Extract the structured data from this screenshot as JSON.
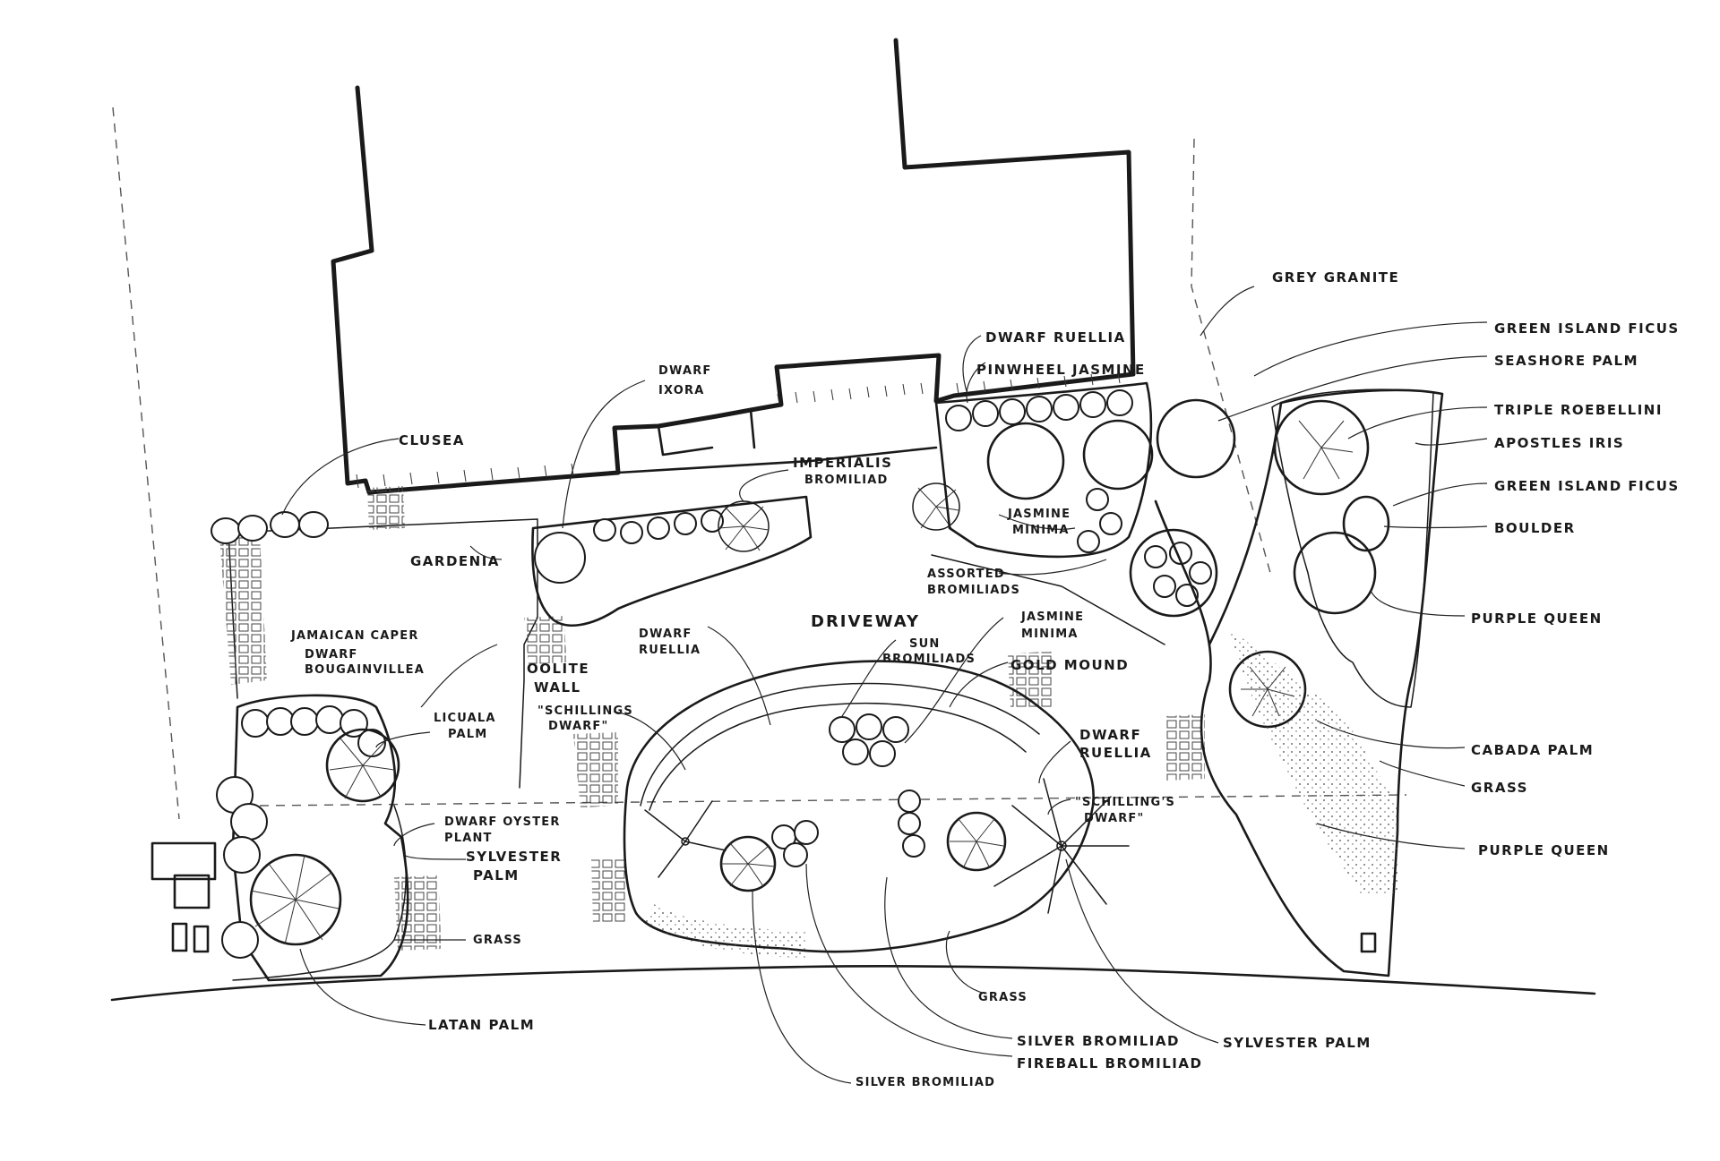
{
  "labels": {
    "clusea": "CLUSEA",
    "dwarf_ixora_1": "DWARF",
    "dwarf_ixora_2": "IXORA",
    "imperialis_1": "IMPERIALIS",
    "imperialis_2": "BROMILIAD",
    "dwarf_ruellia_top": "DWARF RUELLIA",
    "pinwheel_jasmine": "PINWHEEL JASMINE",
    "grey_granite": "GREY GRANITE",
    "green_island_ficus_1": "GREEN ISLAND FICUS",
    "seashore_palm": "SEASHORE PALM",
    "triple_roebellini": "TRIPLE ROEBELLINI",
    "apostles_iris": "APOSTLES IRIS",
    "green_island_ficus_2": "GREEN ISLAND FICUS",
    "boulder": "BOULDER",
    "purple_queen_1": "PURPLE QUEEN",
    "cabada_palm": "CABADA PALM",
    "grass_right": "GRASS",
    "purple_queen_2": "PURPLE QUEEN",
    "jasmine_minima_1a": "JASMINE",
    "jasmine_minima_1b": "MINIMA",
    "assorted_bromiliads_1": "ASSORTED",
    "assorted_bromiliads_2": "BROMILIADS",
    "gardenia": "GARDENIA",
    "driveway": "DRIVEWAY",
    "jamaican_caper": "JAMAICAN CAPER",
    "dwarf_bougainvillea_1": "DWARF",
    "dwarf_bougainvillea_2": "BOUGAINVILLEA",
    "dwarf_ruellia_mid_1": "DWARF",
    "dwarf_ruellia_mid_2": "RUELLIA",
    "sun_bromiliads_1": "SUN",
    "sun_bromiliads_2": "BROMILIADS",
    "jasmine_minima_2a": "JASMINE",
    "jasmine_minima_2b": "MINIMA",
    "oolite_wall_1": "OOLITE",
    "oolite_wall_2": "WALL",
    "gold_mound": "GOLD MOUND",
    "licuala_palm_1": "LICUALA",
    "licuala_palm_2": "PALM",
    "schillings_dwarf_1a": "\"SCHILLINGS",
    "schillings_dwarf_1b": "DWARF\"",
    "dwarf_ruellia_right_1": "DWARF",
    "dwarf_ruellia_right_2": "RUELLIA",
    "schillings_dwarf_2a": "\"SCHILLING'S",
    "schillings_dwarf_2b": "DWARF\"",
    "dwarf_oyster_1": "DWARF OYSTER",
    "dwarf_oyster_2": "PLANT",
    "sylvester_palm_left_1": "SYLVESTER",
    "sylvester_palm_left_2": "PALM",
    "grass_left": "GRASS",
    "latan_palm": "LATAN PALM",
    "grass_bottom": "GRASS",
    "silver_bromiliad_1": "SILVER BROMILIAD",
    "fireball_bromiliad": "FIREBALL BROMILIAD",
    "sylvester_palm_bottom": "SYLVESTER PALM",
    "silver_bromiliad_2": "SILVER BROMILIAD"
  }
}
